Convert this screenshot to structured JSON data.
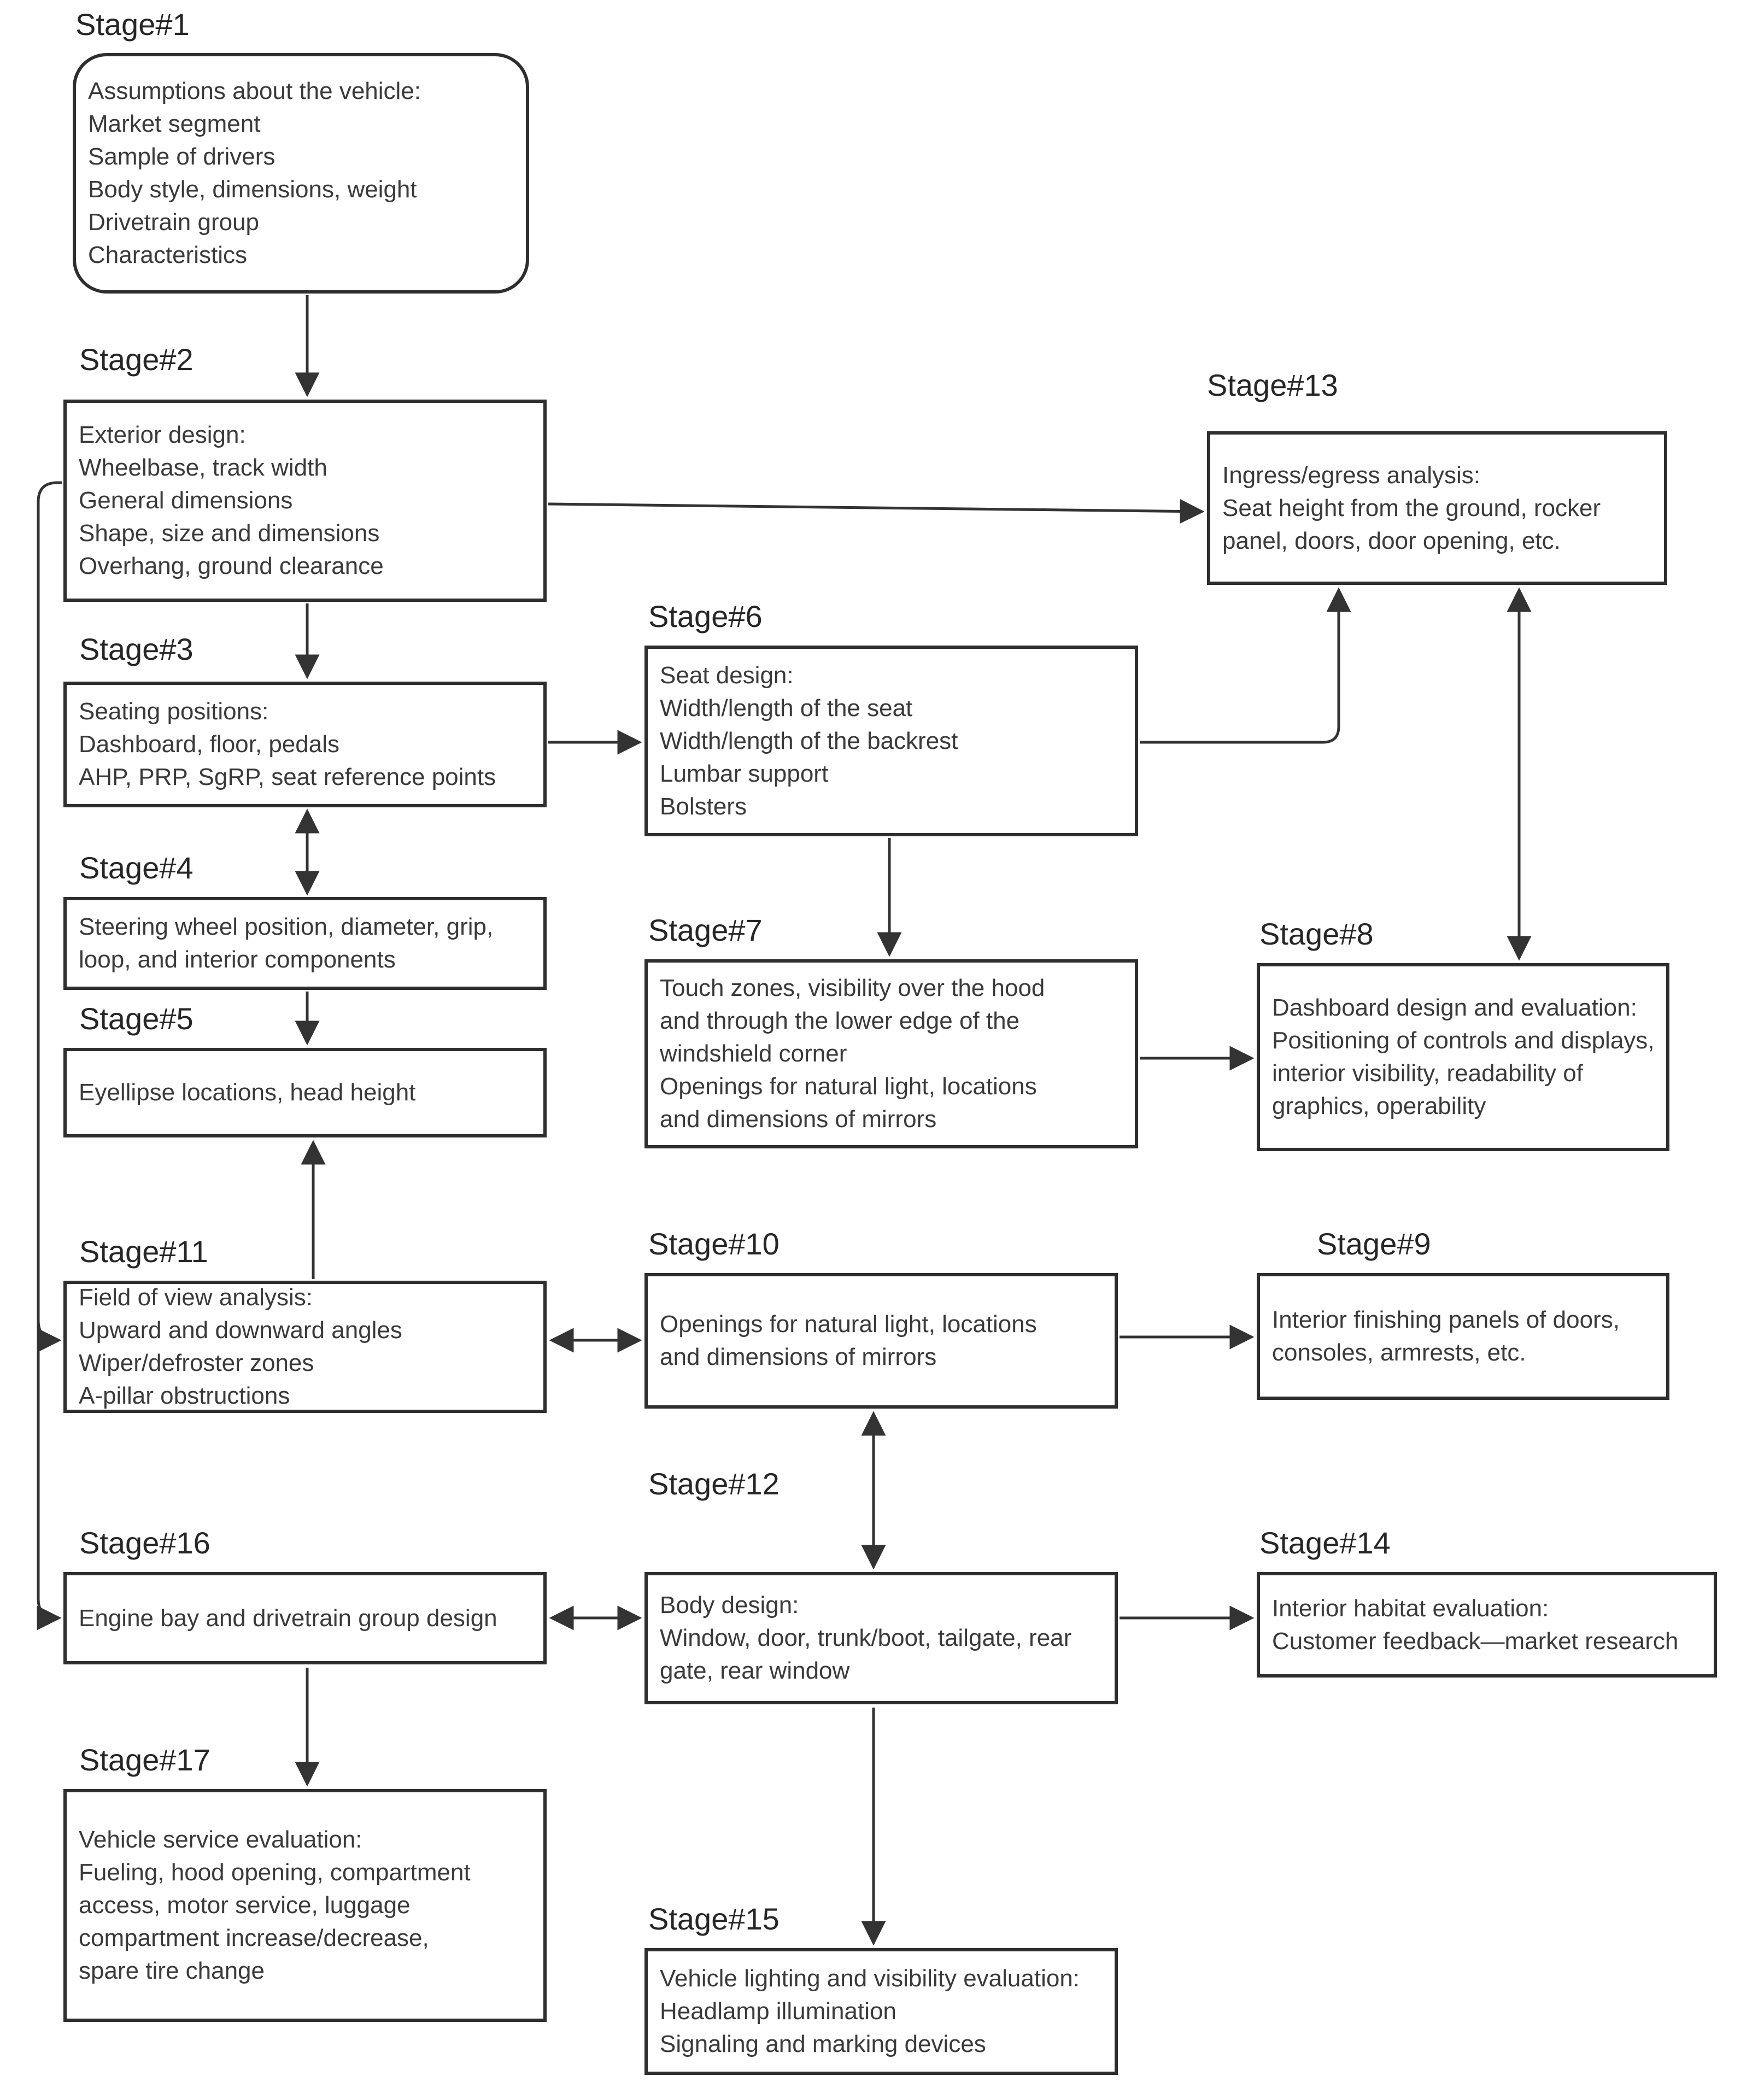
{
  "colors": {
    "background": "#ffffff",
    "box_border": "#2e2e2e",
    "connector_line": "#333333",
    "text": "#3a3a3a"
  },
  "nodes": {
    "s1": {
      "label": "Stage#1",
      "shape": "rounded-rectangle",
      "text": "Assumptions about the vehicle:\nMarket segment\nSample of drivers\nBody style, dimensions, weight\nDrivetrain group\nCharacteristics"
    },
    "s2": {
      "label": "Stage#2",
      "shape": "rectangle",
      "text": "Exterior design:\nWheelbase, track width\nGeneral dimensions\nShape, size and dimensions\nOverhang, ground clearance"
    },
    "s3": {
      "label": "Stage#3",
      "shape": "rectangle",
      "text": "Seating positions:\nDashboard, floor, pedals\nAHP, PRP, SgRP, seat reference points"
    },
    "s4": {
      "label": "Stage#4",
      "shape": "rectangle",
      "text": "Steering wheel position, diameter, grip,\nloop, and interior components"
    },
    "s5": {
      "label": "Stage#5",
      "shape": "rectangle",
      "text": "Eyellipse locations, head height"
    },
    "s6": {
      "label": "Stage#6",
      "shape": "rectangle",
      "text": "Seat design:\nWidth/length of the seat\nWidth/length of the backrest\nLumbar support\nBolsters"
    },
    "s7": {
      "label": "Stage#7",
      "shape": "rectangle",
      "text": "Touch zones, visibility over the hood\nand through the lower edge of the\nwindshield corner\nOpenings for natural light, locations\nand dimensions of mirrors"
    },
    "s8": {
      "label": "Stage#8",
      "shape": "rectangle",
      "text": "Dashboard design and evaluation:\nPositioning of controls and displays,\ninterior visibility, readability of\ngraphics, operability"
    },
    "s9": {
      "label": "Stage#9",
      "shape": "rectangle",
      "text": "Interior finishing panels of doors,\nconsoles, armrests, etc."
    },
    "s10": {
      "label": "Stage#10",
      "shape": "rectangle",
      "text": "Openings for natural light, locations\nand dimensions of mirrors"
    },
    "s11": {
      "label": "Stage#11",
      "shape": "rectangle",
      "text": "Field of view analysis:\nUpward and downward angles\nWiper/defroster zones\nA-pillar obstructions"
    },
    "s12": {
      "label": "Stage#12",
      "shape": "rectangle",
      "text": "Body design:\nWindow, door, trunk/boot, tailgate, rear\ngate, rear window"
    },
    "s13": {
      "label": "Stage#13",
      "shape": "rectangle",
      "text": "Ingress/egress analysis:\nSeat height from the ground, rocker\npanel, doors, door opening, etc."
    },
    "s14": {
      "label": "Stage#14",
      "shape": "rectangle",
      "text": "Interior habitat evaluation:\nCustomer feedback—market research"
    },
    "s15": {
      "label": "Stage#15",
      "shape": "rectangle",
      "text": "Vehicle lighting and visibility evaluation:\nHeadlamp illumination\nSignaling and marking devices"
    },
    "s16": {
      "label": "Stage#16",
      "shape": "rectangle",
      "text": "Engine bay and drivetrain group design"
    },
    "s17": {
      "label": "Stage#17",
      "shape": "rectangle",
      "text": "Vehicle service evaluation:\nFueling, hood opening, compartment\naccess, motor service, luggage\ncompartment increase/decrease,\nspare tire change"
    }
  },
  "edges": [
    {
      "from": "s1",
      "to": "s2",
      "type": "one-way"
    },
    {
      "from": "s2",
      "to": "s3",
      "type": "one-way"
    },
    {
      "from": "s2",
      "to": "s13",
      "type": "one-way"
    },
    {
      "from": "s2",
      "to": "s11",
      "type": "one-way"
    },
    {
      "from": "s2",
      "to": "s16",
      "type": "one-way"
    },
    {
      "from": "s3",
      "to": "s4",
      "type": "two-way"
    },
    {
      "from": "s3",
      "to": "s6",
      "type": "one-way"
    },
    {
      "from": "s4",
      "to": "s5",
      "type": "one-way"
    },
    {
      "from": "s11",
      "to": "s5",
      "type": "one-way"
    },
    {
      "from": "s6",
      "to": "s7",
      "type": "one-way"
    },
    {
      "from": "s6",
      "to": "s13",
      "type": "one-way"
    },
    {
      "from": "s7",
      "to": "s8",
      "type": "one-way"
    },
    {
      "from": "s13",
      "to": "s8",
      "type": "two-way"
    },
    {
      "from": "s11",
      "to": "s10",
      "type": "two-way"
    },
    {
      "from": "s10",
      "to": "s9",
      "type": "one-way"
    },
    {
      "from": "s10",
      "to": "s12",
      "type": "two-way"
    },
    {
      "from": "s16",
      "to": "s12",
      "type": "two-way"
    },
    {
      "from": "s12",
      "to": "s14",
      "type": "one-way"
    },
    {
      "from": "s12",
      "to": "s15",
      "type": "one-way"
    },
    {
      "from": "s16",
      "to": "s17",
      "type": "one-way"
    }
  ]
}
